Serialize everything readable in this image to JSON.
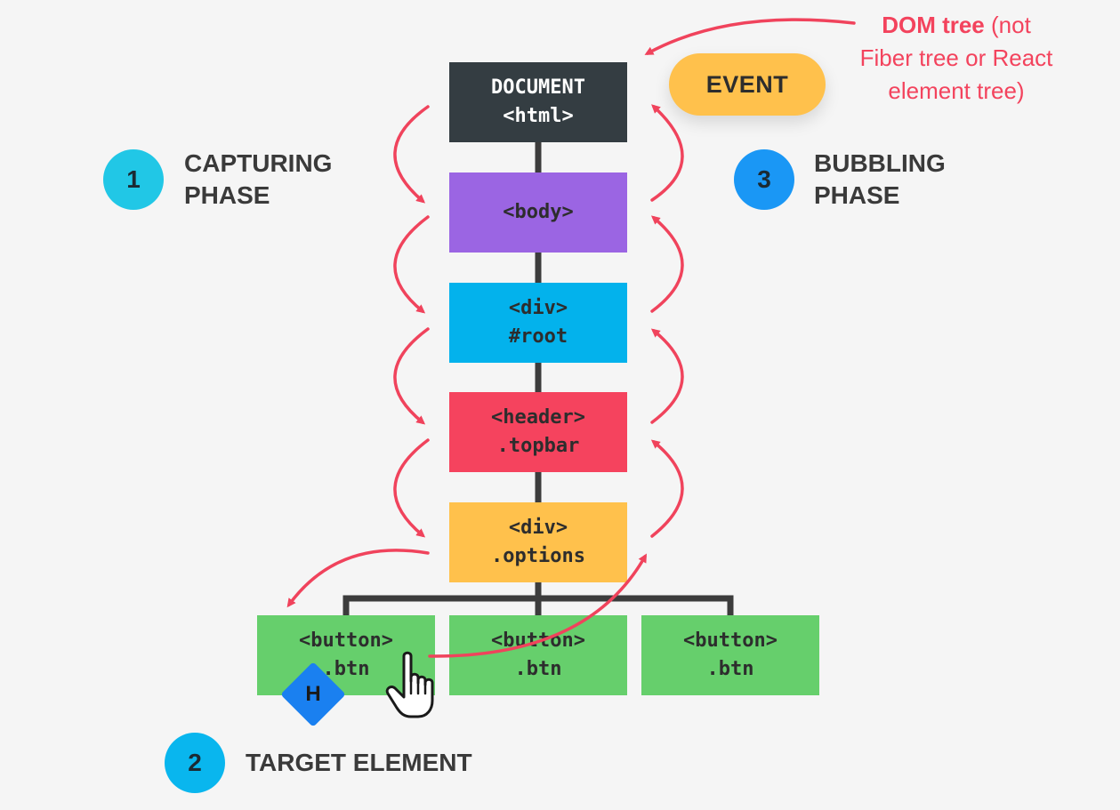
{
  "nodes": {
    "document": {
      "line1": "DOCUMENT",
      "line2": "<html>"
    },
    "body": {
      "line1": "<body>"
    },
    "div_root": {
      "line1": "<div>",
      "line2": "#root"
    },
    "header": {
      "line1": "<header>",
      "line2": ".topbar"
    },
    "div_options": {
      "line1": "<div>",
      "line2": ".options"
    },
    "buttons": [
      {
        "line1": "<button>",
        "line2": ".btn"
      },
      {
        "line1": "<button>",
        "line2": ".btn"
      },
      {
        "line1": "<button>",
        "line2": ".btn"
      }
    ]
  },
  "phases": {
    "capturing": {
      "number": "1",
      "line1": "CAPTURING",
      "line2": "PHASE"
    },
    "bubbling": {
      "number": "3",
      "line1": "BUBBLING",
      "line2": "PHASE"
    },
    "target": {
      "number": "2",
      "label": "TARGET ELEMENT"
    }
  },
  "event_label": "EVENT",
  "dom_note": {
    "bold": "DOM tree",
    "rest1": " (not",
    "line2": "Fiber tree or React",
    "line3": "element tree)"
  },
  "marker_letter": "H",
  "colors": {
    "document": "#343d42",
    "body": "#9b65e3",
    "div_root": "#03b2ec",
    "header": "#f5435e",
    "options": "#ffc14c",
    "button": "#66cf6c",
    "arrow": "#f0435c",
    "connector": "#3c3c3c"
  }
}
